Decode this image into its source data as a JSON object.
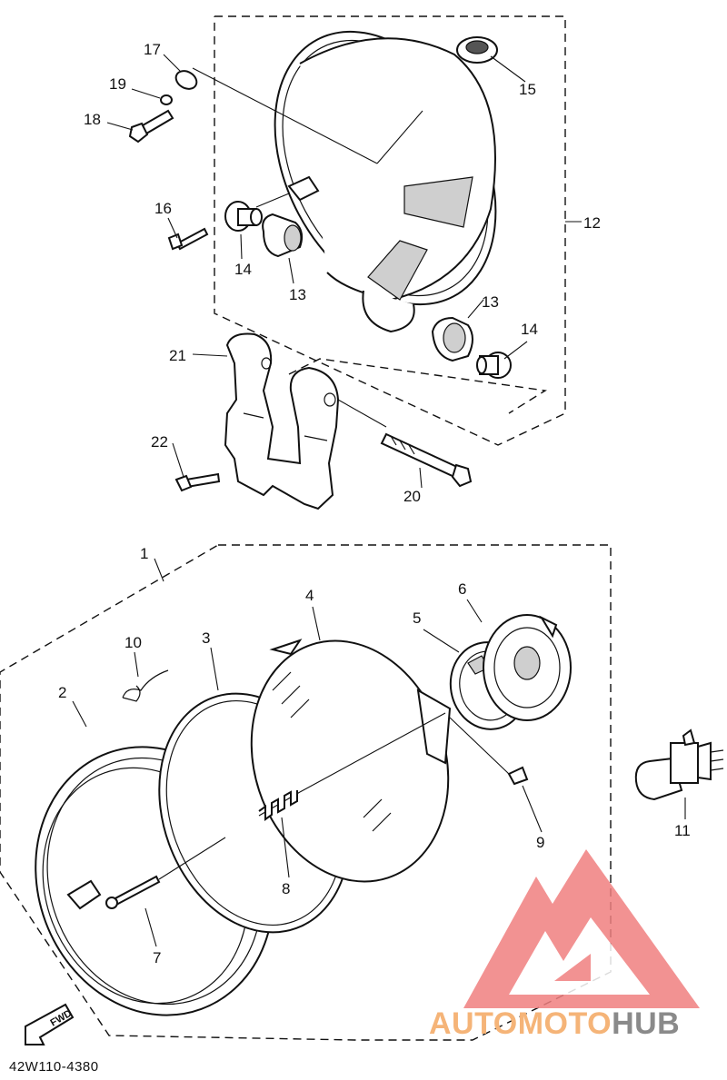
{
  "figure_code": "42W110-4380",
  "fwd_label": "FWD",
  "watermark": {
    "text_part1": "AUTOMOTO",
    "text_part2": "HUB",
    "color_part1": "#f5b478",
    "color_part2": "#8a8a8a",
    "logo_color": "#f08080"
  },
  "callouts": {
    "c1": "1",
    "c2": "2",
    "c3": "3",
    "c4": "4",
    "c5": "5",
    "c6": "6",
    "c7": "7",
    "c8": "8",
    "c9": "9",
    "c10": "10",
    "c11": "11",
    "c12": "12",
    "c13a": "13",
    "c13b": "13",
    "c14a": "14",
    "c14b": "14",
    "c15": "15",
    "c16": "16",
    "c17": "17",
    "c18": "18",
    "c19": "19",
    "c20": "20",
    "c21": "21",
    "c22": "22"
  }
}
